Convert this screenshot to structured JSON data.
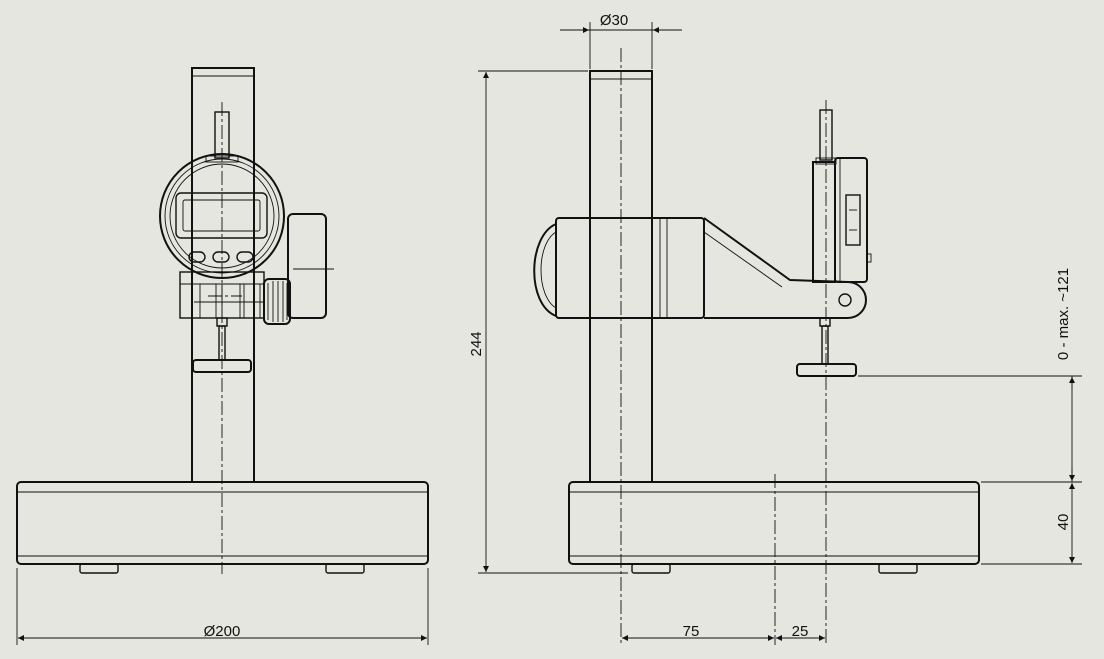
{
  "dimensions": {
    "column_diameter": "Ø30",
    "base_diameter": "Ø200",
    "total_height": "244",
    "measuring_range": "0 - max. ~121",
    "base_height": "40",
    "offset_column_to_axis": "75",
    "offset_axis_to_probe": "25"
  },
  "colors": {
    "background": "#e5e6e0",
    "line": "#111111"
  }
}
